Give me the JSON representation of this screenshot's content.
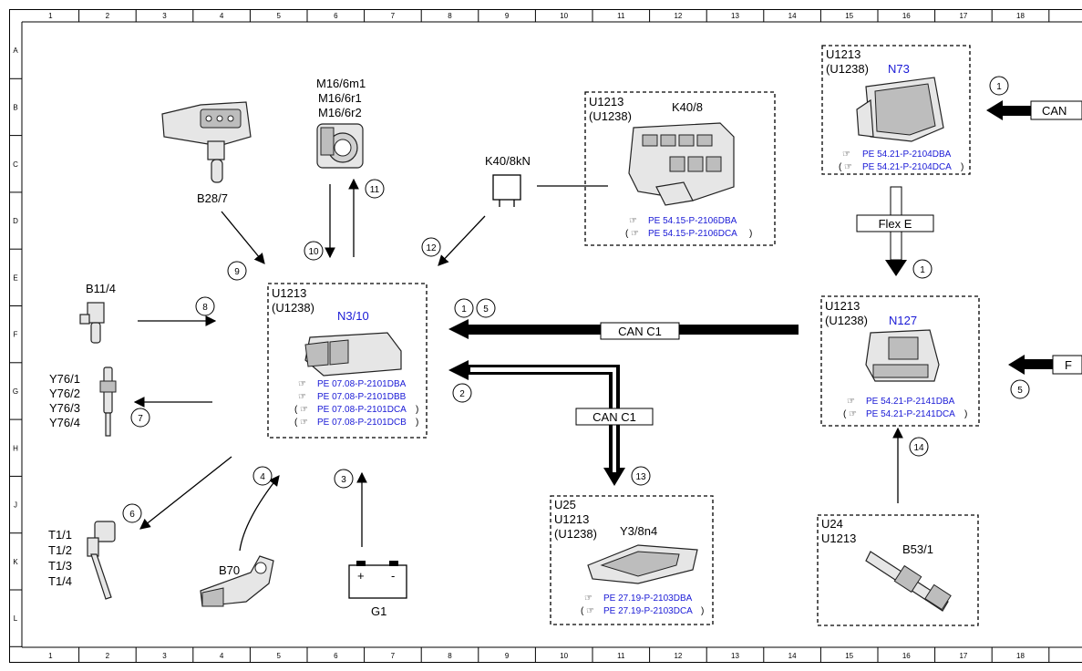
{
  "grid": {
    "columns": [
      "1",
      "2",
      "3",
      "4",
      "5",
      "6",
      "7",
      "8",
      "9",
      "10",
      "11",
      "12",
      "13",
      "14",
      "15",
      "16",
      "17",
      "18"
    ],
    "rows": [
      "A",
      "B",
      "C",
      "D",
      "E",
      "F",
      "G",
      "H",
      "J",
      "K",
      "L"
    ]
  },
  "components": {
    "n73": {
      "lines": [
        "U1213",
        "(U1238)"
      ],
      "code": "N73",
      "refs": [
        "PE 54.21-P-2104DBA",
        "PE 54.21-P-2104DCA"
      ]
    },
    "k40_8": {
      "lines": [
        "U1213",
        "(U1238)"
      ],
      "code": "K40/8",
      "refs": [
        "PE 54.15-P-2106DBA",
        "PE 54.15-P-2106DCA"
      ]
    },
    "n3_10": {
      "lines": [
        "U1213",
        "(U1238)"
      ],
      "code": "N3/10",
      "refs": [
        "PE 07.08-P-2101DBA",
        "PE 07.08-P-2101DBB",
        "PE 07.08-P-2101DCA",
        "PE 07.08-P-2101DCB"
      ]
    },
    "n127": {
      "lines": [
        "U1213",
        "(U1238)"
      ],
      "code": "N127",
      "refs": [
        "PE 54.21-P-2141DBA",
        "PE 54.21-P-2141DCA"
      ]
    },
    "y3_8n4": {
      "lines": [
        "U25",
        "U1213",
        "(U1238)"
      ],
      "code": "Y3/8n4",
      "refs": [
        "PE 27.19-P-2103DBA",
        "PE 27.19-P-2103DCA"
      ]
    },
    "b53_1": {
      "lines": [
        "U24",
        "U1213"
      ],
      "code": "B53/1"
    }
  },
  "labels": {
    "b28_7": "B28/7",
    "m16": [
      "M16/6m1",
      "M16/6r1",
      "M16/6r2"
    ],
    "k40_8kn": "K40/8kN",
    "b11_4": "B11/4",
    "y76": [
      "Y76/1",
      "Y76/2",
      "Y76/3",
      "Y76/4"
    ],
    "t1": [
      "T1/1",
      "T1/2",
      "T1/3",
      "T1/4"
    ],
    "b70": "B70",
    "g1": "G1",
    "battery_plus": "+",
    "battery_minus": "-"
  },
  "buses": {
    "can_right": "CAN",
    "flex_right": "F",
    "flex_e": "Flex E",
    "can_c1_top": "CAN C1",
    "can_c1_bottom": "CAN C1"
  },
  "markers": {
    "m1_n73": "1",
    "m1_flex": "1",
    "m1_n3": "1",
    "m5_n3": "5",
    "m5_right": "5",
    "m2": "2",
    "m3": "3",
    "m4": "4",
    "m6": "6",
    "m7": "7",
    "m8": "8",
    "m9": "9",
    "m10": "10",
    "m11": "11",
    "m12": "12",
    "m13": "13",
    "m14": "14"
  },
  "colors": {
    "link_blue": "#1a1ad6"
  }
}
